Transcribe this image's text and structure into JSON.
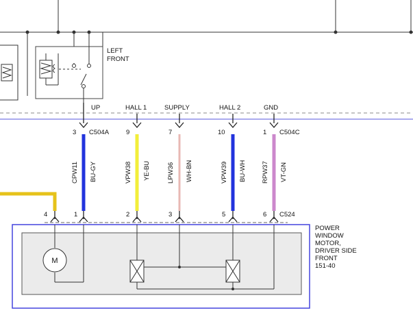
{
  "relay": {
    "label_line1": "LEFT",
    "label_line2": "FRONT"
  },
  "signals": {
    "up": "UP",
    "hall1": "HALL 1",
    "supply": "SUPPLY",
    "hall2": "HALL 2",
    "gnd": "GND"
  },
  "connectors": {
    "top_a": "C504A",
    "top_c": "C504C",
    "bottom": "C524"
  },
  "pins_top": {
    "up": "3",
    "hall1": "9",
    "supply": "7",
    "hall2": "10",
    "gnd": "1"
  },
  "pins_bottom": {
    "left": "4",
    "up": "1",
    "hall1": "2",
    "supply": "3",
    "hall2": "5",
    "gnd": "6"
  },
  "wires": {
    "up": {
      "circuit": "CPW11",
      "color_code": "BU-GY",
      "color": "#2233dd"
    },
    "hall1": {
      "circuit": "VPW38",
      "color_code": "YE-BU",
      "color": "#f2ee3a"
    },
    "supply": {
      "circuit": "LPW36",
      "color_code": "WH-BN",
      "color": "#e8b8b4"
    },
    "hall2": {
      "circuit": "VPW39",
      "color_code": "BU-WH",
      "color": "#2233dd"
    },
    "gnd": {
      "circuit": "RPW37",
      "color_code": "VT-GN",
      "color": "#cc88cc"
    },
    "left_color": "#e6c21a"
  },
  "component": {
    "line1": "POWER",
    "line2": "WINDOW",
    "line3": "MOTOR,",
    "line4": "DRIVER SIDE",
    "line5": "FRONT",
    "line6": "151-40",
    "motor_symbol": "M"
  },
  "colors": {
    "frame_blue": "#4444dd",
    "line": "#333333",
    "dash": "#888888"
  }
}
